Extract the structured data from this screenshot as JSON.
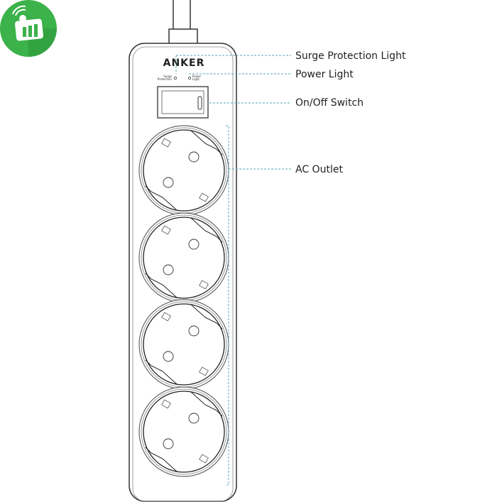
{
  "brand": "ANKER",
  "logo_icon": "iot-signal-chart-logo",
  "indicators": {
    "surge": "Surge Protection",
    "power": "Power Light"
  },
  "callouts": [
    {
      "label": "Surge Protection Light"
    },
    {
      "label": "Power Light"
    },
    {
      "label": "On/Off Switch"
    },
    {
      "label": "AC Outlet"
    }
  ],
  "outlet_count": 4,
  "colors": {
    "line": "#333333",
    "callout": "#5aa8b8",
    "logo_green": "#3bb24a"
  }
}
